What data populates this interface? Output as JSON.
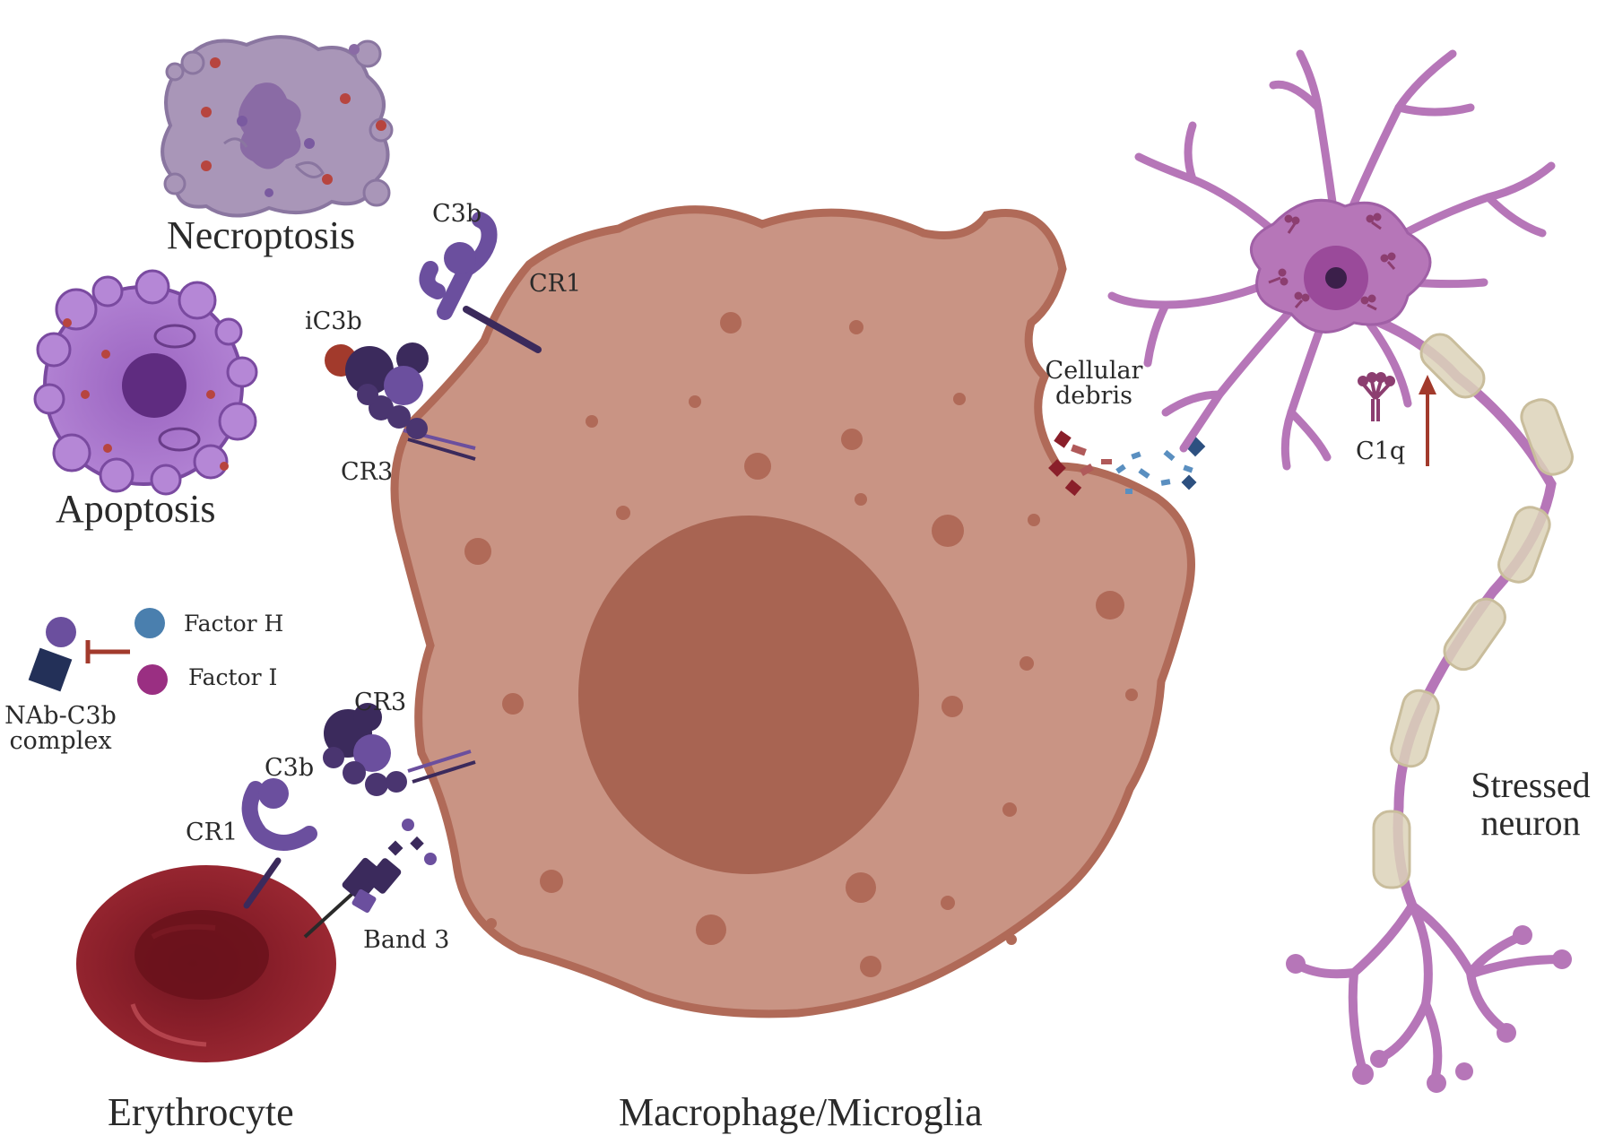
{
  "labels": {
    "necroptosis": "Necroptosis",
    "apoptosis": "Apoptosis",
    "c3b_top": "C3b",
    "cr1_top": "CR1",
    "ic3b": "iC3b",
    "cr3_top": "CR3",
    "cellular_debris_line1": "Cellular",
    "cellular_debris_line2": "debris",
    "c1q": "C1q",
    "factor_h": "Factor H",
    "factor_i": "Factor I",
    "nab_line1": "NAb-C3b",
    "nab_line2": "complex",
    "cr3_bottom": "CR3",
    "c3b_bottom": "C3b",
    "cr1_bottom": "CR1",
    "band3": "Band 3",
    "stressed_line1": "Stressed",
    "stressed_line2": "neuron",
    "erythrocyte": "Erythrocyte",
    "macrophage": "Macrophage/Microglia"
  },
  "colors": {
    "macrophage_fill": "#c99484",
    "macrophage_border": "#b06a58",
    "nucleus": "#a86452",
    "neuron": "#b676b8",
    "neuron_dark": "#8c4f8e",
    "myelin": "#dcd2b8",
    "erythrocyte": "#8a1f2a",
    "receptor_purple": "#6b4f9e",
    "receptor_dark": "#3b2a5c",
    "factor_h": "#4a7fae",
    "factor_i": "#9a2f82",
    "ic3b": "#a23a2c",
    "inhibit_red": "#a23a2c"
  }
}
